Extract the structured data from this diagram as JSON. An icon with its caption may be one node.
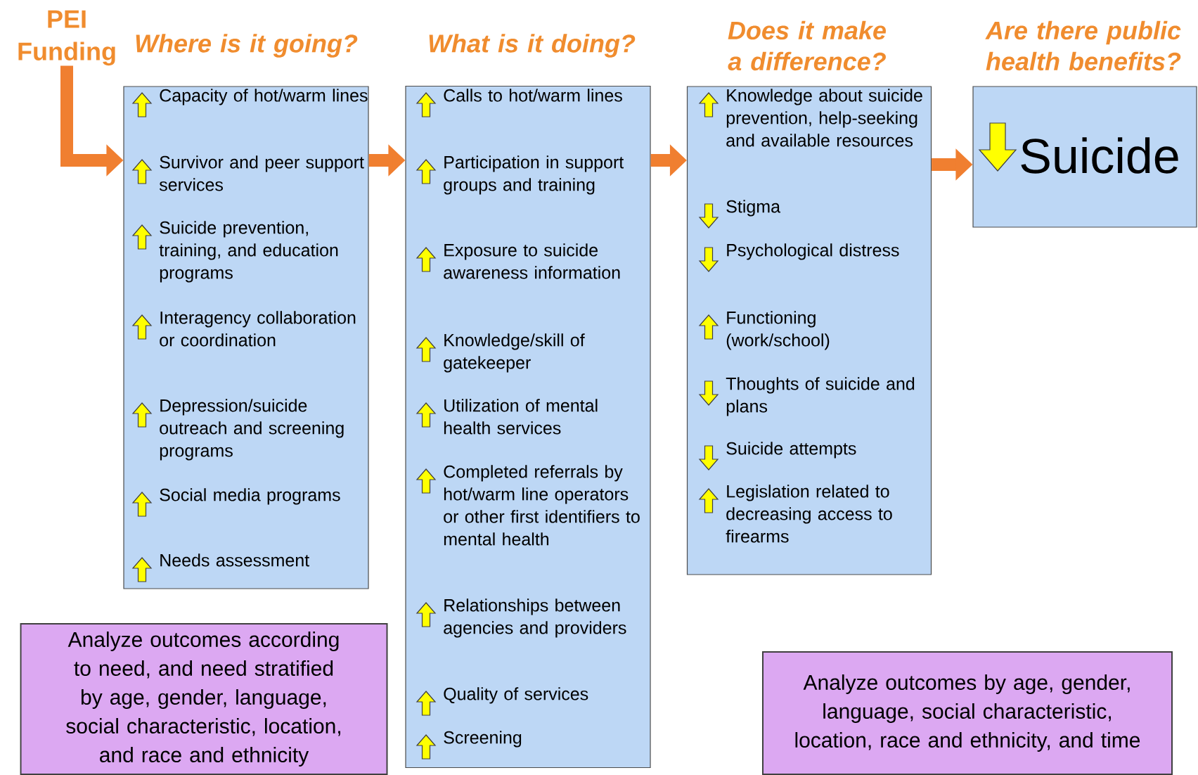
{
  "diagram": {
    "nodes": [
      {
        "text": [
          "PEI Funding"
        ]
      },
      {
        "text": [
          "Where is it going?",
          "Capacity of hot/warm lines",
          "Survivor and peer support services",
          "Suicide prevention, training, and education programs",
          "Interagency collaboration or coordination",
          "Depression/suicide outreach and screening programs",
          "Social media programs",
          "Needs assessment"
        ]
      },
      {
        "text": [
          "What is it doing?",
          "Calls to hot/warm lines",
          "Participation in support groups and training",
          "Exposure to suicide awareness information",
          "Knowledge/skill of gatekeeper",
          "Utilization of mental health services",
          "Completed referrals by hot/warm line operators or other first identifiers to mental health",
          "Relationships between agencies and providers",
          "Quality of services",
          "Screening"
        ]
      },
      {
        "text": [
          "Does it make a difference?",
          "Knowledge about suicide prevention, help-seeking and available resources",
          "Stigma",
          "Psychological distress",
          "Functioning (work/school)",
          "Thoughts of suicide and plans",
          "Suicide attempts",
          "Legislation related to decreasing access to firearms"
        ]
      },
      {
        "text": [
          "Are there public health benefits?",
          "Suicide"
        ]
      },
      {
        "text": [
          "Analyze outcomes according to need, and need stratified by age, gender, language, social characteristic, location, and race and ethnicity"
        ]
      },
      {
        "text": [
          "Analyze outcomes by age, gender, language, social characteristic, location, race and ethnicity, and time"
        ]
      }
    ],
    "edges": [
      {
        "from": 0,
        "to": 1,
        "arrow": "to"
      },
      {
        "from": 1,
        "to": 2,
        "arrow": "to"
      },
      {
        "from": 2,
        "to": 3,
        "arrow": "to"
      },
      {
        "from": 3,
        "to": 4,
        "arrow": "to"
      }
    ]
  }
}
